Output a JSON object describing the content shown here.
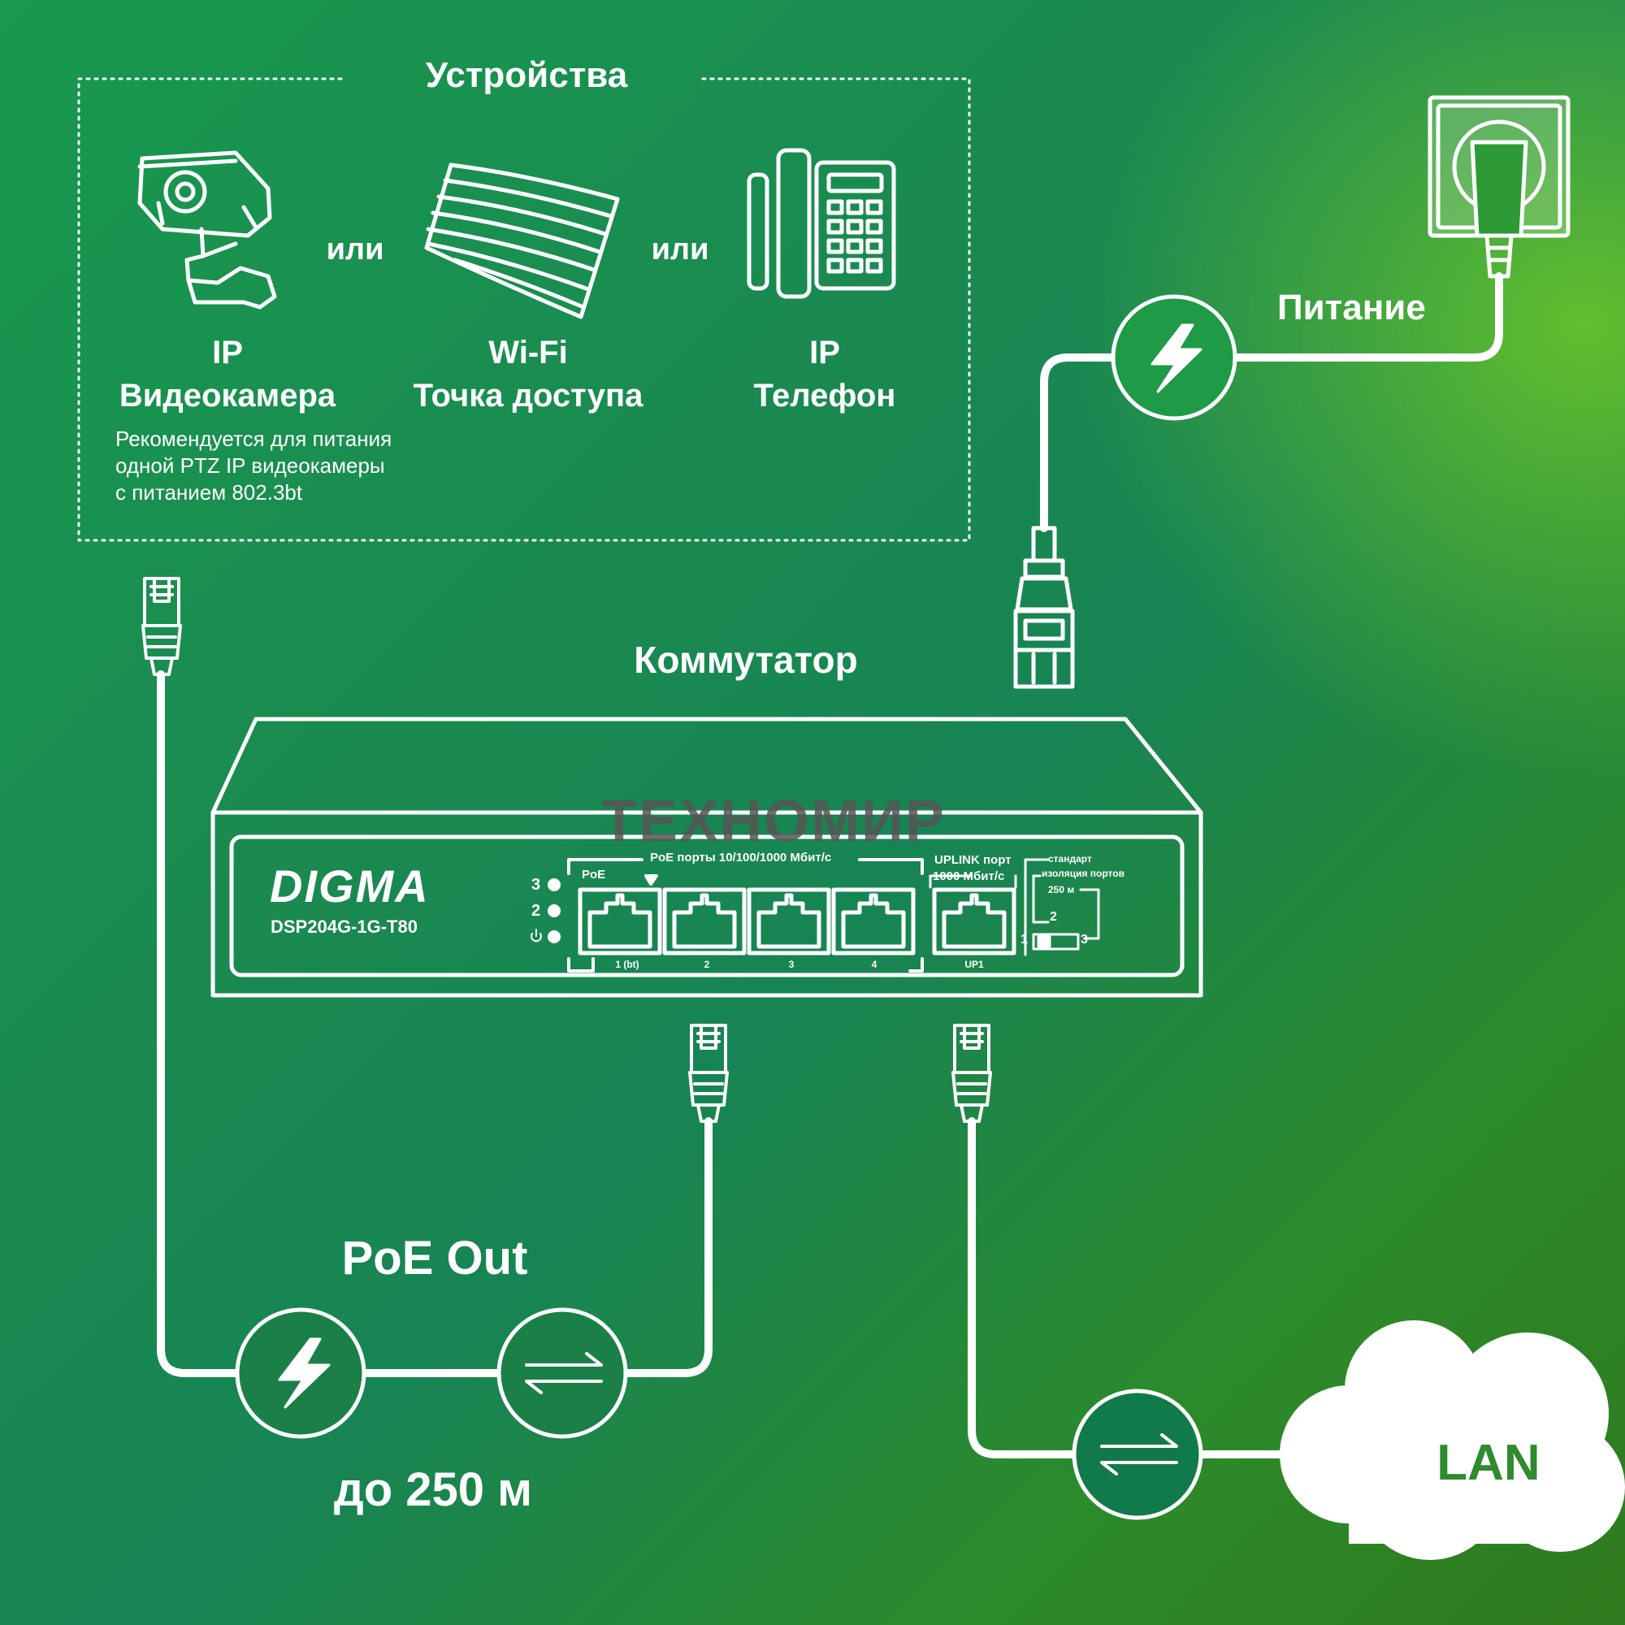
{
  "devices": {
    "title": "Устройства",
    "or_label": "или",
    "camera": {
      "line1": "IP",
      "line2": "Видеокамера"
    },
    "note": {
      "line1": "Рекомендуется для питания",
      "line2": "одной PTZ IP видеокамеры",
      "line3": "с питанием 802.3bt"
    },
    "ap": {
      "line1": "Wi-Fi",
      "line2": "Точка доступа"
    },
    "phone": {
      "line1": "IP",
      "line2": "Телефон"
    }
  },
  "power": {
    "label": "Питание"
  },
  "switch": {
    "title": "Коммутатор",
    "brand": "DIGMA",
    "model": "DSP204G-1G-T80",
    "watermark": "ТЕХНОМИР",
    "poe_ports_label": "PoE порты 10/100/1000 Мбит/с",
    "poe_tag": "PoE",
    "uplink_line1": "UPLINK порт",
    "uplink_line2": "1000 Мбит/с",
    "mode_line1": "стандарт",
    "mode_line2": "изоляция портов",
    "mode_line3": "250 м",
    "leds": [
      "3",
      "2"
    ],
    "port_labels": [
      "1 (bt)",
      "2",
      "3",
      "4"
    ],
    "uplink_port_label": "UP1",
    "switch_positions": [
      "1",
      "2",
      "3"
    ]
  },
  "poe_out": {
    "title": "PoE Out",
    "distance": "до 250 м"
  },
  "lan": {
    "label": "LAN"
  },
  "colors": {
    "line": "#ffffff",
    "lan_text": "#2e8b2e",
    "watermark": "#555555",
    "watermark_accent": "#d0402a"
  },
  "icons": [
    "camera-icon",
    "access-point-icon",
    "phone-icon",
    "power-socket-icon",
    "power-plug-icon",
    "rj45-connector-icon",
    "power-bolt-icon",
    "data-transfer-icon",
    "cloud-icon"
  ]
}
